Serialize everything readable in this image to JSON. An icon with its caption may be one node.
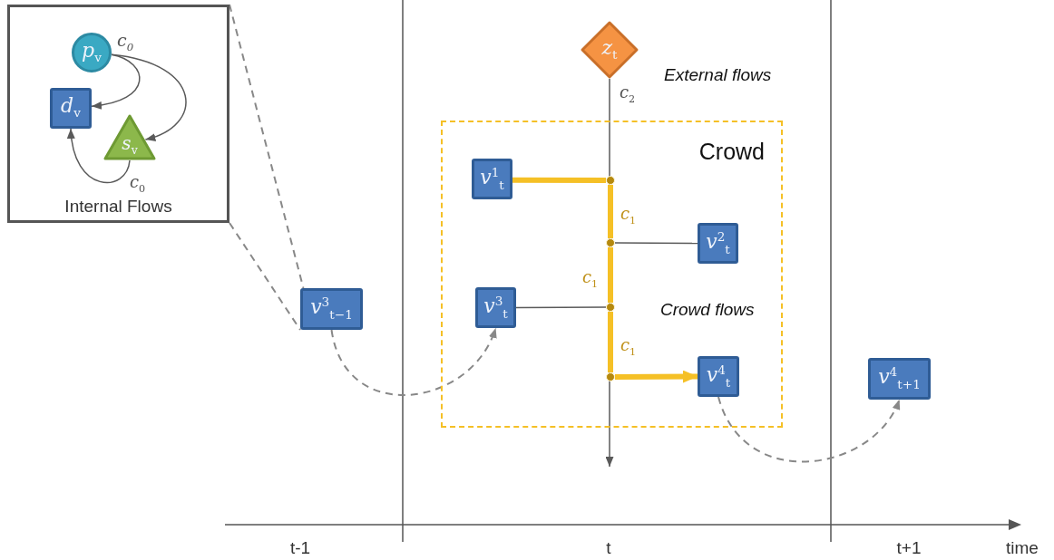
{
  "diagram": {
    "nodes": [
      {
        "text": [
          "Internal Flows"
        ]
      },
      {
        "text": [
          "p$_{v}$"
        ],
        "in": 0,
        "beside": [
          "c$_{0}$"
        ]
      },
      {
        "text": [
          "d$_{v}$"
        ],
        "in": 0
      },
      {
        "text": [
          "s$_{v}$"
        ],
        "in": 0
      },
      {
        "text": [
          "v$^{3}$$_{t−1}$"
        ]
      },
      {
        "text": [
          "Crowd"
        ]
      },
      {
        "text": [
          "z$_{t}$"
        ]
      },
      {
        "text": [
          "v$^{1}$$_{t}$"
        ],
        "in": 5
      },
      {
        "text": [
          "v$^{2}$$_{t}$"
        ],
        "in": 5
      },
      {
        "text": [
          "v$^{3}$$_{t}$"
        ],
        "in": 5
      },
      {
        "text": [
          "v$^{4}$$_{t}$"
        ],
        "in": 5
      },
      {
        "text": [
          "v$^{4}$$_{t+1}$"
        ]
      },
      {
        "text": [],
        "shape": "circle",
        "in": 5
      },
      {
        "text": [],
        "shape": "circle",
        "in": 5
      },
      {
        "text": [],
        "shape": "circle",
        "in": 5
      },
      {
        "text": [],
        "shape": "circle",
        "in": 5
      }
    ],
    "edges": [
      {
        "from": 1,
        "to": 2,
        "arrow": "to"
      },
      {
        "from": 1,
        "to": 3,
        "arrow": "to"
      },
      {
        "from": 3,
        "to": 2,
        "arrow": "to",
        "label": "c$_{0}$"
      },
      {
        "from": 0,
        "to": 4,
        "arrow": "none",
        "style": "dashed"
      },
      {
        "from": 0,
        "to": 4,
        "arrow": "none",
        "style": "dashed"
      },
      {
        "from": 4,
        "to": 9,
        "arrow": "to",
        "style": "dashed"
      },
      {
        "from": 6,
        "to": null,
        "arrow": "to",
        "label": "c$_{2}$"
      },
      {
        "from": 7,
        "to": 12,
        "arrow": "none",
        "style": "thick",
        "color": "#f5c026"
      },
      {
        "from": 12,
        "to": 13,
        "arrow": "none",
        "style": "thick",
        "color": "#f5c026",
        "label": "c$_{1}$"
      },
      {
        "from": 13,
        "to": 14,
        "arrow": "none",
        "style": "thick",
        "color": "#f5c026",
        "label": "c$_{1}$"
      },
      {
        "from": 14,
        "to": 15,
        "arrow": "none",
        "style": "thick",
        "color": "#f5c026",
        "label": "c$_{1}$"
      },
      {
        "from": 15,
        "to": 10,
        "arrow": "to",
        "style": "thick",
        "color": "#f5c026"
      },
      {
        "from": 13,
        "to": 8,
        "arrow": "none"
      },
      {
        "from": 9,
        "to": 14,
        "arrow": "none"
      },
      {
        "from": 10,
        "to": 11,
        "arrow": "to",
        "style": "dashed"
      }
    ],
    "labels": [
      "External flows",
      "Crowd flows",
      "t-1",
      "t",
      "t+1",
      "time"
    ]
  }
}
